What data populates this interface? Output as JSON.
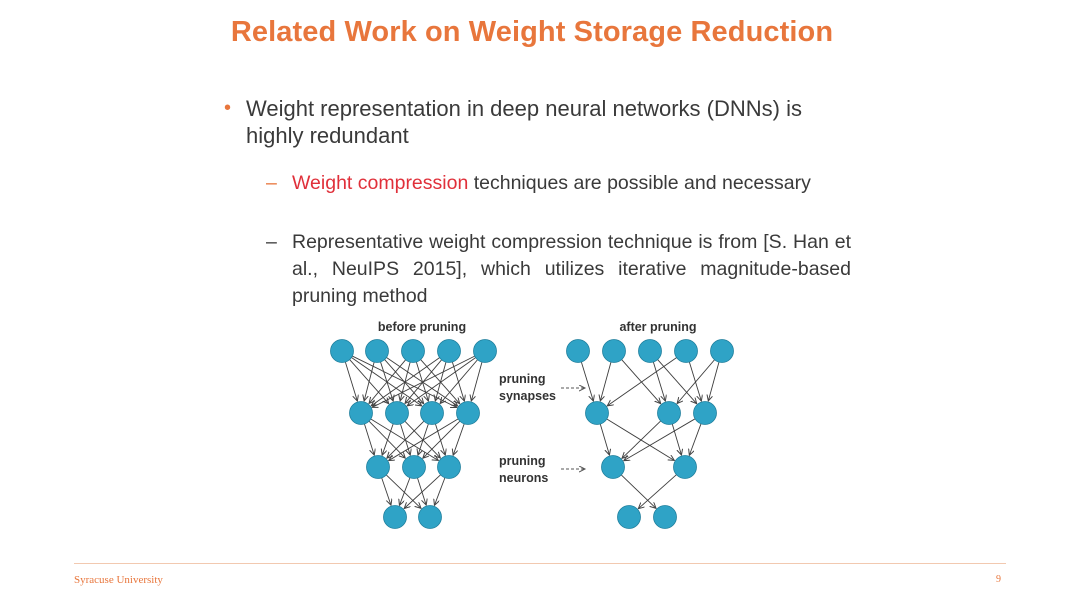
{
  "slide": {
    "title": "Related Work on Weight Storage Reduction",
    "bullet": "Weight representation in deep neural networks (DNNs) is highly redundant",
    "sub1": {
      "highlight": "Weight compression",
      "rest": " techniques are possible and necessary"
    },
    "sub2": "Representative weight compression technique is from [S. Han et al., NeuIPS 2015], which utilizes iterative magnitude-based pruning method",
    "bullet_symbol": "•",
    "dash_symbol": "–"
  },
  "figure": {
    "before_label": "before pruning",
    "after_label": "after pruning",
    "pruning_synapses_line1": "pruning",
    "pruning_synapses_line2": "synapses",
    "pruning_neurons_line1": "pruning",
    "pruning_neurons_line2": "neurons",
    "node_color": "#2fa3c6"
  },
  "footer": {
    "university": "Syracuse University",
    "page_number": "9"
  },
  "colors": {
    "accent": "#e8763c",
    "highlight": "#e0303a",
    "text": "#3a3a3a"
  }
}
